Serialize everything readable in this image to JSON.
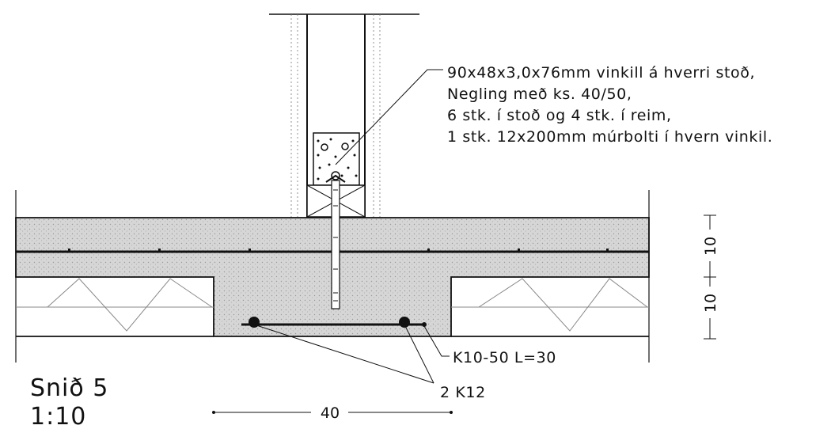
{
  "title": "Snið 5",
  "scale": "1:10",
  "annotation_lines": [
    "90x48x3,0x76mm vinkill á hverri stoð,",
    "Negling með ks. 40/50,",
    "6 stk. í stoð og 4 stk. í reim,",
    "1 stk. 12x200mm múrbolti í hvern vinkil."
  ],
  "rebar_stirrup_label": "K10-50 L=30",
  "rebar_main_label": "2 K12",
  "dimensions": {
    "width": "40",
    "slab_thickness": "10",
    "beam_drop": "10"
  },
  "colors": {
    "line": "#111111",
    "concrete_fill": "#d4d4d4"
  }
}
